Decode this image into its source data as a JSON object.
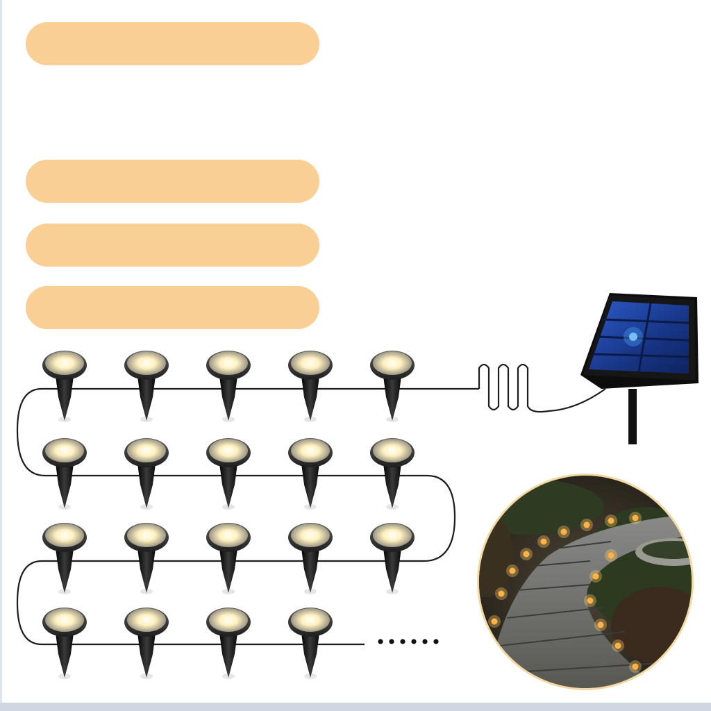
{
  "colors": {
    "placeholder_fill": "#f9cf95",
    "led_glow": "#fff6d8",
    "led_cap": "#2b2b2b",
    "spike": "#111111",
    "cable": "#1c1c1c",
    "solar_cell": "#1e3f9e",
    "solar_frame": "#161616",
    "path_light": "#ffb347"
  },
  "placeholder_bars": [
    {
      "name": "title-placeholder-1"
    },
    {
      "name": "title-placeholder-2"
    },
    {
      "name": "title-placeholder-3"
    },
    {
      "name": "title-placeholder-4"
    }
  ],
  "light_grid": {
    "rows": [
      5,
      5,
      5,
      4
    ],
    "continuation": "......"
  },
  "icons": {
    "solar_panel": "solar-panel-icon",
    "stake_light": "stake-light-icon",
    "garden_path_photo": "garden-path-photo"
  }
}
